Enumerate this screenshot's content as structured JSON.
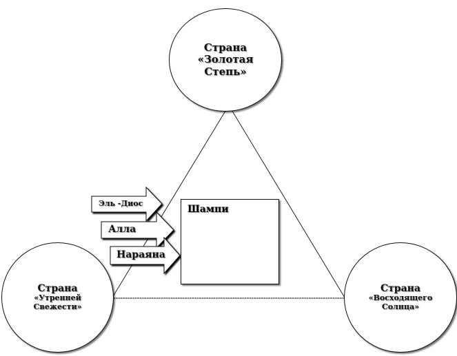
{
  "top_country": {
    "lines": [
      "Страна",
      "«Золотая",
      "Степь»"
    ]
  },
  "left_country": {
    "lines": [
      "Страна",
      "«Утренней",
      "Свежести»"
    ]
  },
  "right_country": {
    "lines": [
      "Страна",
      "«Восходящего",
      "Солнца»"
    ]
  },
  "center_box": {
    "title": "Шампи"
  },
  "arrows": [
    {
      "label": "Эль -Диос"
    },
    {
      "label": "Алла"
    },
    {
      "label": "Нараяна"
    }
  ]
}
